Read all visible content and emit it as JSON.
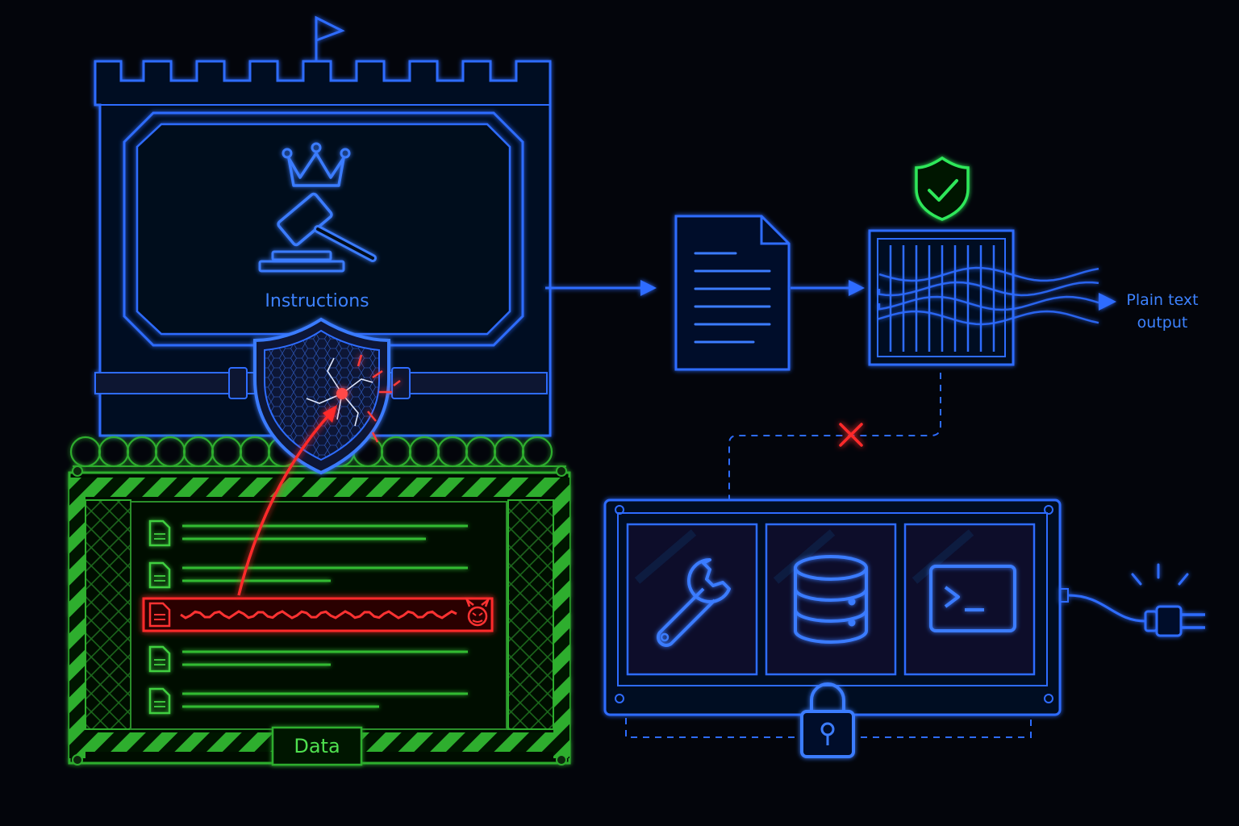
{
  "labels": {
    "instructions": "Instructions",
    "output_line1": "Plain text",
    "output_line2": "output",
    "data": "Data"
  },
  "icons": {
    "instructions_panel": [
      "crown-icon",
      "gavel-icon"
    ],
    "injection": [
      "malicious-devil-icon",
      "attack-arrow-icon",
      "cracked-shield-icon"
    ],
    "pipeline": [
      "document-icon",
      "output-filter-icon",
      "green-shield-check-icon"
    ],
    "tools_panel": [
      "wrench-icon",
      "database-icon",
      "terminal-icon",
      "padlock-icon",
      "power-plug-icon"
    ],
    "blocked_link": "red-x-icon"
  },
  "colors": {
    "background": "#03050b",
    "instruction_blue": "#2d6cff",
    "data_green": "#33cc33",
    "attack_red": "#ff2a2a",
    "safe_green": "#2ee85a"
  }
}
